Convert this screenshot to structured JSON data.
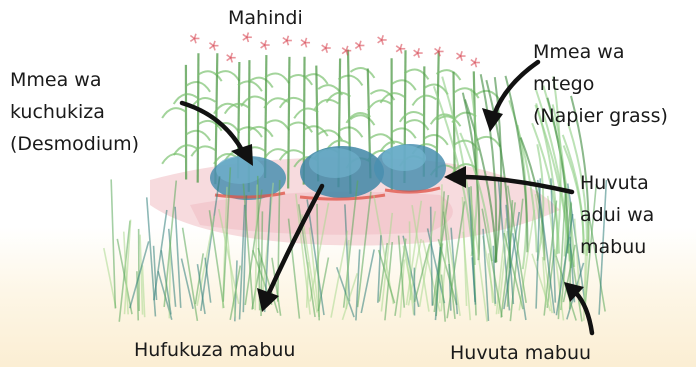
{
  "labels": {
    "top": "Mahindi",
    "trap_plant": [
      "Mmea wa",
      "mtego",
      "(Napier grass)"
    ],
    "push_plant": [
      "Mmea wa",
      "kuchukiza",
      "(Desmodium)"
    ],
    "attracts_enemy": [
      "Huvuta",
      "adui wa",
      "mabuu"
    ],
    "repels": "Hufukuza mabuu",
    "attracts": "Huvuta mabuu"
  },
  "colors": {
    "text": "#1a1a1a",
    "arrow": "#111111",
    "grass": "#6fb86a",
    "maize": "#4f9a48",
    "desmodium": "#3f86a6",
    "soil_pink": "#f2c7cc",
    "flower": "#d94e5a",
    "bottom_wash": "#fbeed3"
  }
}
